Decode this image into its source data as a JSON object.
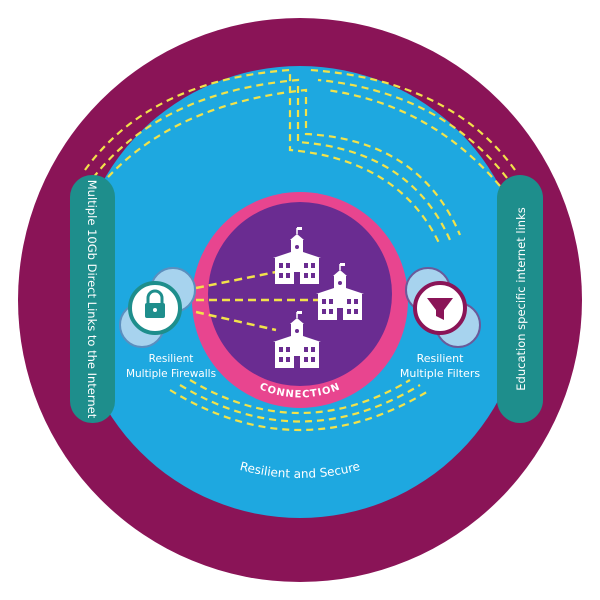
{
  "center": {
    "label": "CONNECTION"
  },
  "left_node": {
    "line1": "Resilient",
    "line2": "Multiple Firewalls",
    "icon": "padlock-icon"
  },
  "right_node": {
    "line1": "Resilient",
    "line2": "Multiple Filters",
    "icon": "funnel-icon"
  },
  "ring_label": "Resilient and Secure",
  "left_pill": "Multiple 10Gb Direct Links to the Internet",
  "right_pill": "Education specific internet links",
  "colors": {
    "outer": "#8a1457",
    "blue": "#1ea8e0",
    "pink": "#e8458f",
    "purple": "#6a2c91",
    "teal": "#1e8e8c",
    "dash": "#f2e24a"
  }
}
